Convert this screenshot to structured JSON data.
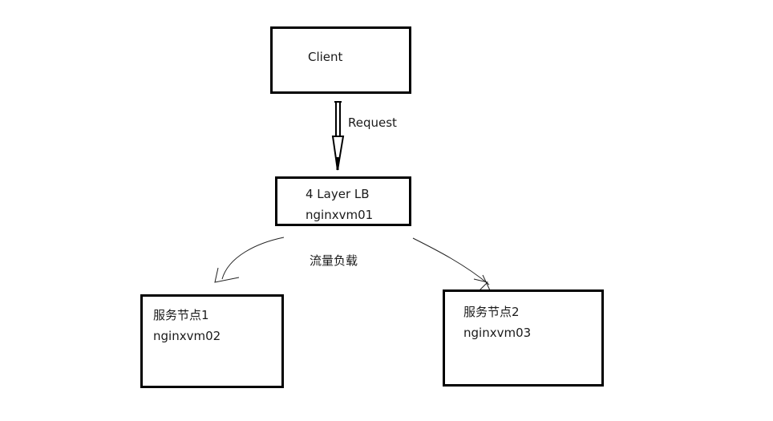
{
  "nodes": {
    "client": {
      "label": "Client"
    },
    "lb": {
      "line1": "4 Layer LB",
      "line2": "nginxvm01"
    },
    "node1": {
      "line1": "服务节点1",
      "line2": "nginxvm02"
    },
    "node2": {
      "line1": "服务节点2",
      "line2": "nginxvm03"
    }
  },
  "edges": {
    "request_label": "Request",
    "load_label": "流量负载"
  }
}
